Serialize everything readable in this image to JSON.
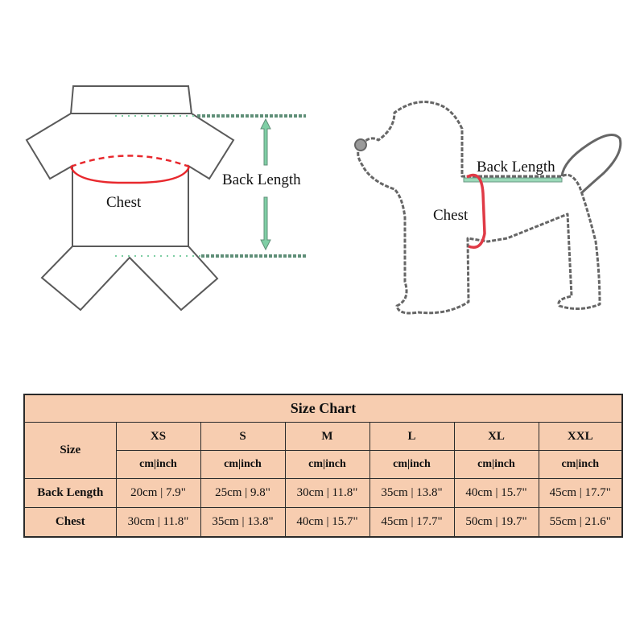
{
  "garment_diagram": {
    "chest_label": "Chest",
    "back_length_label": "Back Length",
    "colors": {
      "chest_line": "#e8282d",
      "measure_line": "#7fcfa5",
      "outline": "#555555"
    }
  },
  "dog_diagram": {
    "chest_label": "Chest",
    "back_length_label": "Back Length",
    "colors": {
      "chest_line": "#e03a46",
      "measure_line": "#9ad9b8",
      "outline": "#555555"
    }
  },
  "size_chart": {
    "title": "Size Chart",
    "size_header": "Size",
    "sizes": [
      "XS",
      "S",
      "M",
      "L",
      "XL",
      "XXL"
    ],
    "unit_label": "cm|inch",
    "rows": [
      {
        "label": "Back Length",
        "values": [
          "20cm | 7.9\"",
          "25cm | 9.8\"",
          "30cm | 11.8\"",
          "35cm | 13.8\"",
          "40cm | 15.7\"",
          "45cm | 17.7\""
        ]
      },
      {
        "label": "Chest",
        "values": [
          "30cm | 11.8\"",
          "35cm | 13.8\"",
          "40cm | 15.7\"",
          "45cm | 17.7\"",
          "50cm | 19.7\"",
          "55cm | 21.6\""
        ]
      }
    ],
    "colors": {
      "background": "#f7cdb0",
      "border": "#2a2a2a"
    }
  },
  "chart_data": {
    "type": "table",
    "title": "Size Chart",
    "columns": [
      "Size",
      "XS",
      "S",
      "M",
      "L",
      "XL",
      "XXL"
    ],
    "unit": "cm|inch",
    "rows": [
      {
        "label": "Back Length",
        "cm": [
          20,
          25,
          30,
          35,
          40,
          45
        ],
        "inch": [
          7.9,
          9.8,
          11.8,
          13.8,
          15.7,
          17.7
        ]
      },
      {
        "label": "Chest",
        "cm": [
          30,
          35,
          40,
          45,
          50,
          55
        ],
        "inch": [
          11.8,
          13.8,
          15.7,
          17.7,
          19.7,
          21.6
        ]
      }
    ]
  }
}
